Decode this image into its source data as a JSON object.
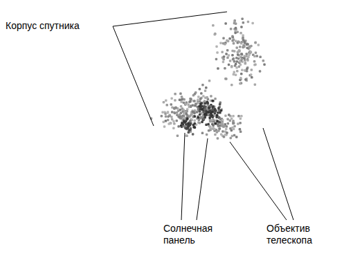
{
  "diagram": {
    "labels": [
      "Корпус спутника",
      "Солнечная панель",
      "Объектив телескопа"
    ]
  }
}
